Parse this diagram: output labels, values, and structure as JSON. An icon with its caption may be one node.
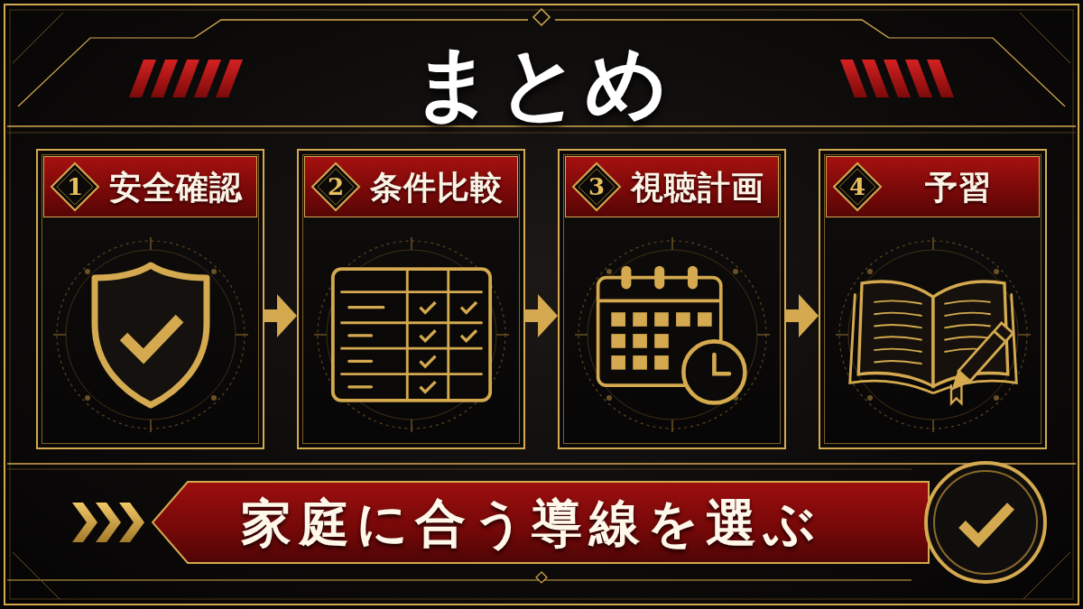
{
  "diagram": {
    "title": "まとめ",
    "nodes": [
      {
        "text": [
          "1",
          "安全確認"
        ]
      },
      {
        "text": [
          "2",
          "条件比較"
        ]
      },
      {
        "text": [
          "3",
          "視聴計画"
        ]
      },
      {
        "text": [
          "4",
          "予習"
        ]
      },
      {
        "text": [
          "家庭に合う導線を選ぶ"
        ]
      }
    ],
    "edges": [
      {
        "from": 0,
        "to": 1,
        "arrow": "to"
      },
      {
        "from": 1,
        "to": 2,
        "arrow": "to"
      },
      {
        "from": 2,
        "to": 3,
        "arrow": "to"
      }
    ]
  }
}
